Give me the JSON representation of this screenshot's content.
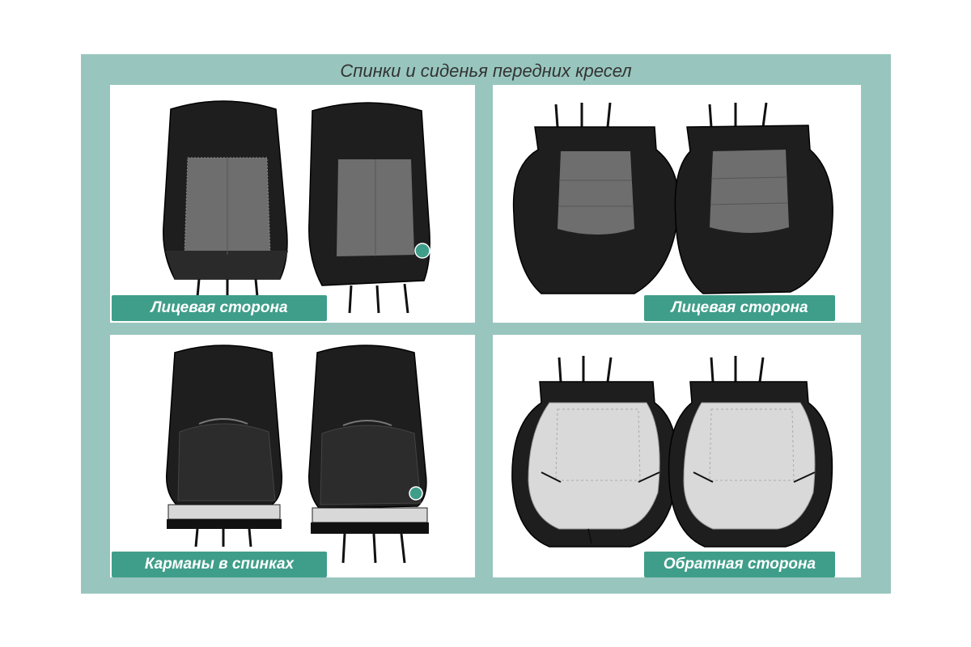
{
  "title": "Спинки и сиденья передних кресел",
  "panels": {
    "front_backs": {
      "caption": "Лицевая сторона"
    },
    "front_seats": {
      "caption": "Лицевая сторона"
    },
    "back_pockets": {
      "caption": "Карманы в спинках"
    },
    "seat_underside": {
      "caption": "Обратная сторона"
    }
  },
  "colors": {
    "frame": "#98c6be",
    "caption_bg": "#3f9e8a",
    "fabric_dark": "#1e1e1e",
    "fabric_insert": "#6e6e6e"
  }
}
